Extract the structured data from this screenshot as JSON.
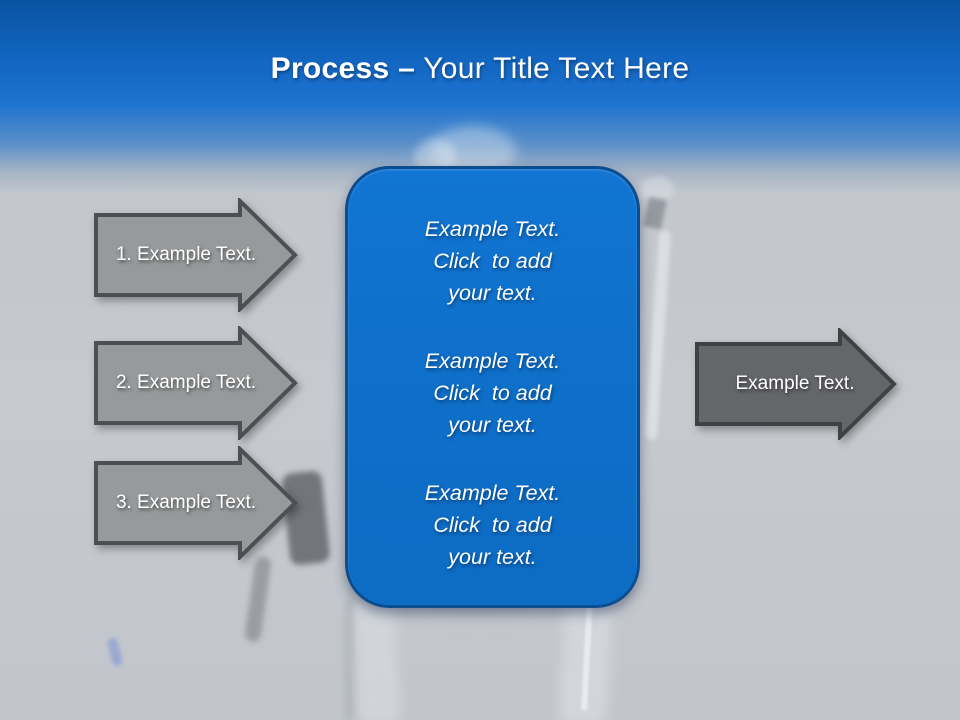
{
  "header": {
    "title_bold": "Process –",
    "title_rest": " Your Title Text Here"
  },
  "process_steps": [
    {
      "label": "1. Example Text."
    },
    {
      "label": "2. Example Text."
    },
    {
      "label": "3. Example Text."
    }
  ],
  "center_panel": {
    "text_blocks": [
      "Example Text.\nClick  to add\nyour text.",
      "Example Text.\nClick  to add\nyour text.",
      "Example Text.\nClick  to add\nyour text."
    ]
  },
  "output_arrow": {
    "label": "Example Text."
  },
  "colors": {
    "header_blue_dark": "#0a53a1",
    "header_blue": "#1e74d0",
    "background_gray": "#c4c8ce",
    "panel_fill": "#0e70ca",
    "panel_border": "#0b4d8e",
    "step_arrow_fill": "#97999b",
    "step_arrow_border": "#4d4f52",
    "output_arrow_fill": "#646669",
    "output_arrow_border": "#3f4143",
    "text_white": "#ffffff"
  }
}
